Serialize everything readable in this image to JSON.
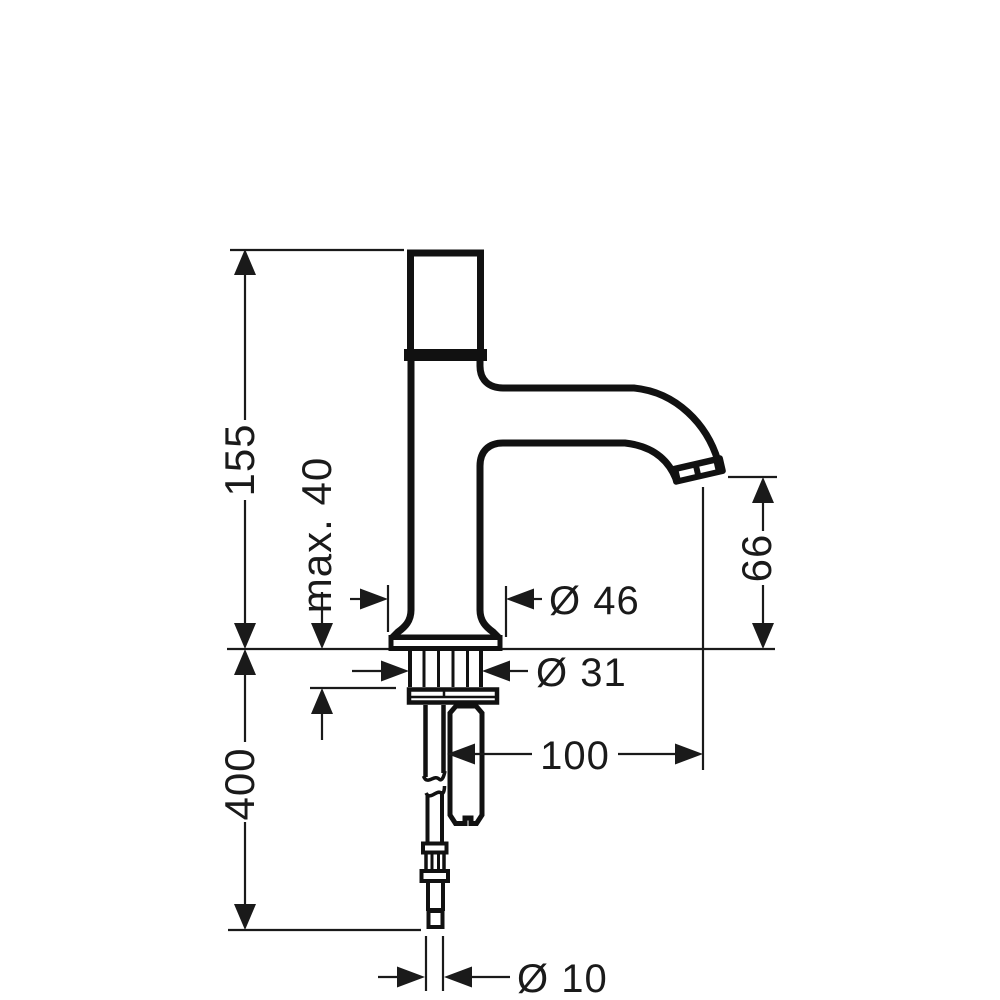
{
  "drawing": {
    "kind": "technical-dimension-drawing",
    "subject": "pillar-tap-faucet-side-view",
    "colors": {
      "line": "#1a1a1a",
      "background": "#ffffff"
    },
    "labels": {
      "height_total": "155",
      "mounting_max": "max. 40",
      "base_diameter": "Ø 46",
      "shank_diameter": "Ø 31",
      "outlet_height": "66",
      "spout_reach": "100",
      "install_depth": "400",
      "pipe_diameter": "Ø 10"
    }
  }
}
